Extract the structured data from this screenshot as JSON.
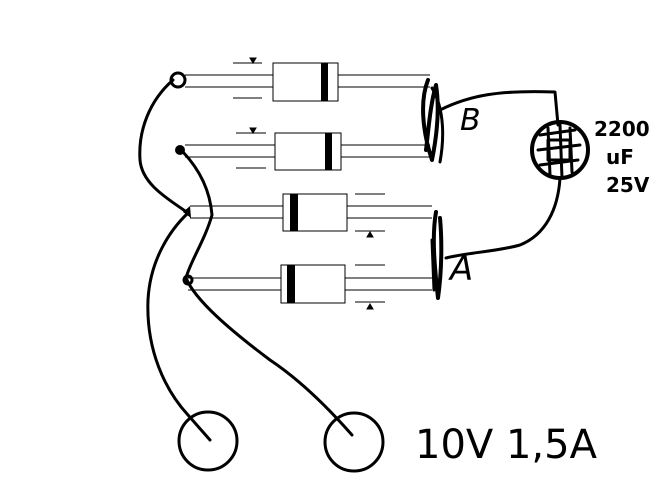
{
  "labels": {
    "node_b": "B",
    "node_a": "A",
    "cap_value": "2200",
    "cap_unit": "uF",
    "cap_voltage": "25V",
    "supply": "10V 1,5A"
  },
  "components": {
    "diodes": 4,
    "capacitor": 1,
    "input_terminals": 2
  },
  "colors": {
    "ink": "#000000",
    "background": "#ffffff"
  }
}
